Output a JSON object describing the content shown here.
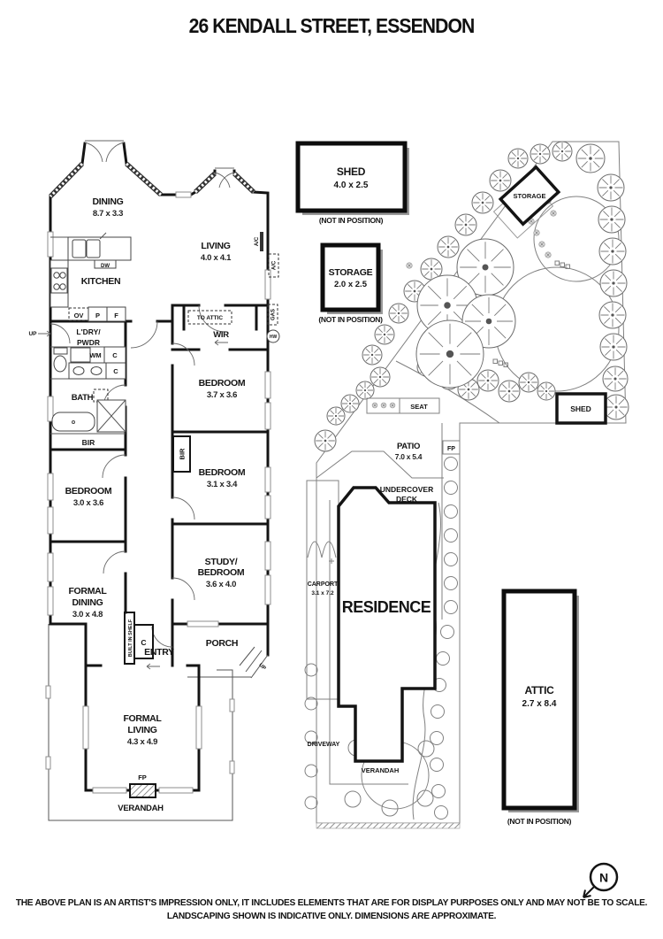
{
  "title": "26 KENDALL STREET, ESSENDON",
  "floorplan": {
    "dining": {
      "name": "DINING",
      "dims": "8.7 x 3.3"
    },
    "living": {
      "name": "LIVING",
      "dims": "4.0 x 4.1"
    },
    "kitchen": {
      "name": "KITCHEN"
    },
    "laundry": {
      "line1": "L'DRY/",
      "line2": "PWDR"
    },
    "bath": {
      "name": "BATH"
    },
    "wir": {
      "name": "WIR",
      "to_attic": "TO ATTIC"
    },
    "bedroom1": {
      "name": "BEDROOM",
      "dims": "3.7 x 3.6"
    },
    "bedroom2": {
      "name": "BEDROOM",
      "dims": "3.1 x 3.4"
    },
    "bedroom3": {
      "name": "BEDROOM",
      "dims": "3.0 x 3.6"
    },
    "study": {
      "line1": "STUDY/",
      "line2": "BEDROOM",
      "dims": "3.6 x 4.0"
    },
    "formal_dining": {
      "line1": "FORMAL",
      "line2": "DINING",
      "dims": "3.0 x 4.8"
    },
    "formal_living": {
      "line1": "FORMAL",
      "line2": "LIVING",
      "dims": "4.3 x 4.9"
    },
    "entry": "ENTRY",
    "porch": "PORCH",
    "verandah": "VERANDAH",
    "fireplace": "FP",
    "bir": "BIR",
    "built_in_shelf": "BUILT IN SHELF",
    "up": "UP",
    "appliances": {
      "ov": "OV",
      "p": "P",
      "f": "F",
      "dw": "DW",
      "wm": "WM",
      "c": "C"
    },
    "services": {
      "ac": "A/C",
      "gas": "GAS",
      "hw": "HW"
    }
  },
  "siteplan": {
    "residence": "RESIDENCE",
    "carport": {
      "name": "CARPORT",
      "dims": "3.1 x 7.2"
    },
    "driveway": "DRIVEWAY",
    "verandah": "VERANDAH",
    "patio": {
      "name": "PATIO",
      "dims": "7.0 x 5.4"
    },
    "deck": {
      "line1": "UNDERCOVER",
      "line2": "DECK"
    },
    "seat": "SEAT",
    "fp": "FP",
    "shed": "SHED",
    "storage": "STORAGE"
  },
  "insets": {
    "not_in_position": "(NOT IN POSITION)",
    "shed": {
      "name": "SHED",
      "dims": "4.0 x 2.5"
    },
    "storage": {
      "name": "STORAGE",
      "dims": "2.0 x 2.5"
    },
    "attic": {
      "name": "ATTIC",
      "dims": "2.7 x 8.4"
    }
  },
  "compass": {
    "north": "N"
  },
  "disclaimer": {
    "line1": "THE ABOVE PLAN IS AN ARTIST'S IMPRESSION ONLY, IT INCLUDES ELEMENTS THAT ARE FOR DISPLAY PURPOSES ONLY AND MAY NOT BE TO SCALE.",
    "line2": "LANDSCAPING SHOWN IS INDICATIVE ONLY. DIMENSIONS ARE APPROXIMATE."
  }
}
